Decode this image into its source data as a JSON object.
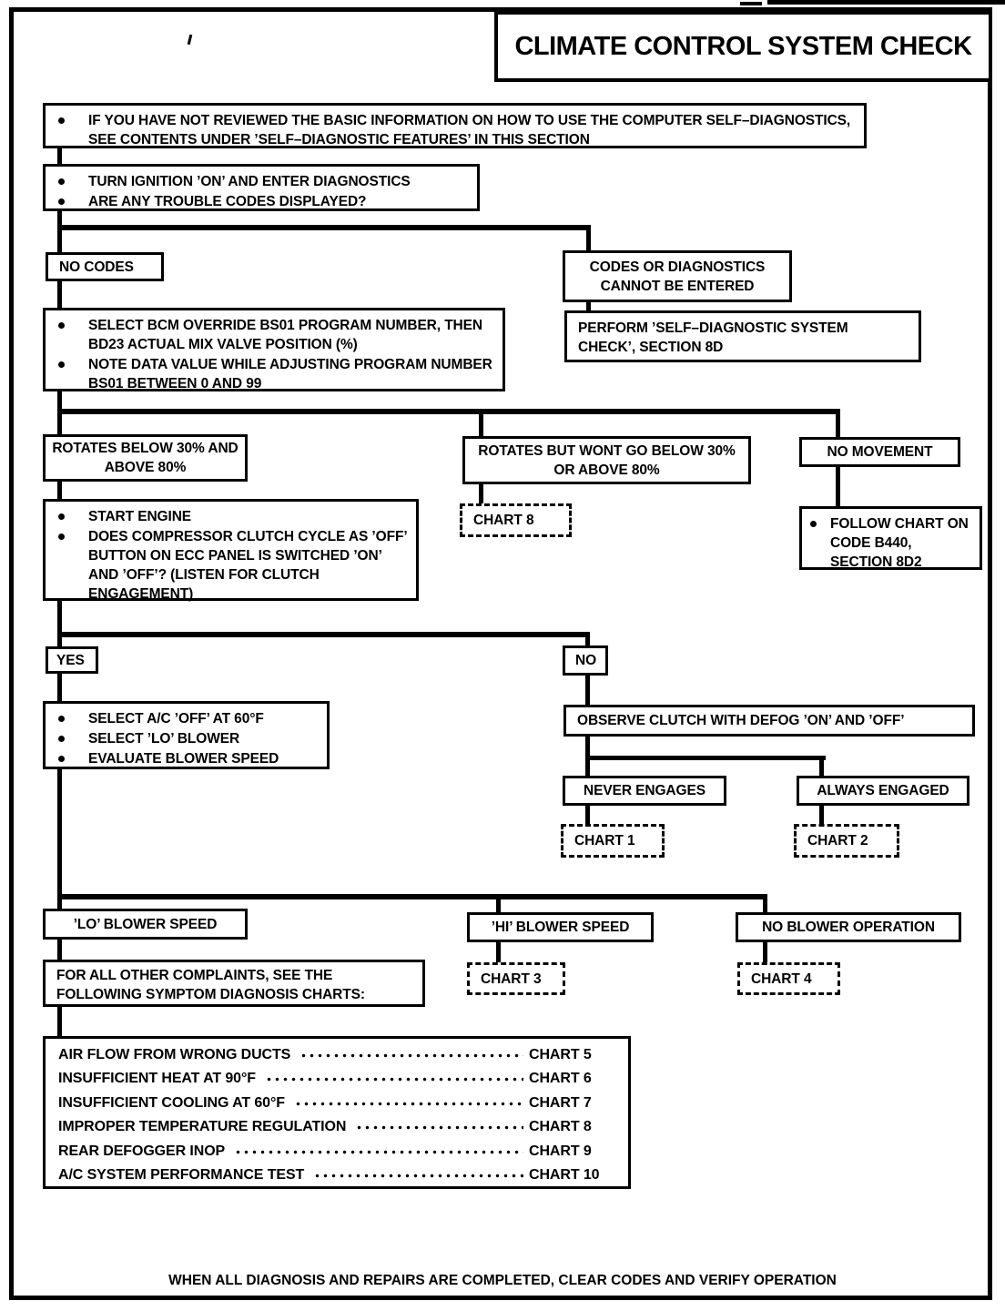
{
  "page": {
    "title": "CLIMATE CONTROL SYSTEM CHECK",
    "footer": "WHEN ALL DIAGNOSIS AND REPAIRS ARE COMPLETED, CLEAR CODES AND VERIFY OPERATION",
    "ink_color": "#000000",
    "paper_color": "#ffffff"
  },
  "nodes": {
    "intro": {
      "bullets": [
        "IF YOU HAVE NOT REVIEWED THE BASIC INFORMATION ON HOW TO USE THE COMPUTER SELF–DIAGNOSTICS, SEE CONTENTS UNDER ’SELF–DIAGNOSTIC FEATURES’ IN THIS SECTION"
      ]
    },
    "enter_diagnostics": {
      "bullets": [
        "TURN IGNITION ’ON’ AND ENTER DIAGNOSTICS",
        "ARE ANY TROUBLE CODES DISPLAYED?"
      ]
    },
    "no_codes": {
      "label": "NO CODES"
    },
    "codes_cannot_be_entered": {
      "label": "CODES OR DIAGNOSTICS CANNOT BE ENTERED"
    },
    "select_bcm": {
      "bullets": [
        "SELECT BCM OVERRIDE BS01 PROGRAM NUMBER, THEN BD23 ACTUAL MIX VALVE POSITION (%)",
        "NOTE DATA VALUE WHILE ADJUSTING PROGRAM NUMBER BS01 BETWEEN 0 AND 99"
      ]
    },
    "perform_self_diagnostic": {
      "label": "PERFORM  ’SELF–DIAGNOSTIC SYSTEM CHECK’, SECTION 8D"
    },
    "rotates_ok": {
      "label": "ROTATES BELOW 30% AND ABOVE 80%"
    },
    "rotates_limited": {
      "label": "ROTATES BUT WONT GO BELOW 30% OR ABOVE 80%"
    },
    "no_movement": {
      "label": "NO MOVEMENT"
    },
    "start_engine": {
      "bullets": [
        "START ENGINE",
        "DOES COMPRESSOR CLUTCH CYCLE AS ’OFF’ BUTTON ON ECC PANEL IS SWITCHED ’ON’ AND ’OFF’? (LISTEN FOR CLUTCH ENGAGEMENT)"
      ]
    },
    "chart8_ref": {
      "label": "CHART 8"
    },
    "follow_b440": {
      "bullets": [
        "FOLLOW CHART ON CODE B440, SECTION 8D2"
      ]
    },
    "yes": {
      "label": "YES"
    },
    "no": {
      "label": "NO"
    },
    "select_ac_off": {
      "bullets": [
        "SELECT A/C ’OFF’ AT 60°F",
        "SELECT ’LO’ BLOWER",
        "EVALUATE BLOWER SPEED"
      ]
    },
    "observe_clutch": {
      "label": "OBSERVE CLUTCH WITH DEFOG ’ON’ AND ’OFF’"
    },
    "never_engages": {
      "label": "NEVER ENGAGES"
    },
    "always_engaged": {
      "label": "ALWAYS ENGAGED"
    },
    "chart1_ref": {
      "label": "CHART 1"
    },
    "chart2_ref": {
      "label": "CHART 2"
    },
    "lo_blower": {
      "label": "’LO’ BLOWER SPEED"
    },
    "hi_blower": {
      "label": "’HI’ BLOWER SPEED"
    },
    "no_blower": {
      "label": "NO BLOWER OPERATION"
    },
    "other_complaints": {
      "label": "FOR ALL OTHER COMPLAINTS, SEE THE FOLLOWING SYMPTOM DIAGNOSIS CHARTS:"
    },
    "chart3_ref": {
      "label": "CHART 3"
    },
    "chart4_ref": {
      "label": "CHART 4"
    }
  },
  "symptom_index": {
    "rows": [
      {
        "symptom": "AIR FLOW FROM WRONG DUCTS",
        "chart": "CHART 5"
      },
      {
        "symptom": "INSUFFICIENT HEAT AT 90°F",
        "chart": "CHART 6"
      },
      {
        "symptom": "INSUFFICIENT COOLING AT 60°F",
        "chart": "CHART 7"
      },
      {
        "symptom": "IMPROPER TEMPERATURE REGULATION",
        "chart": "CHART 8"
      },
      {
        "symptom": "REAR DEFOGGER INOP",
        "chart": "CHART 9"
      },
      {
        "symptom": "A/C SYSTEM PERFORMANCE TEST",
        "chart": "CHART 10"
      }
    ]
  }
}
